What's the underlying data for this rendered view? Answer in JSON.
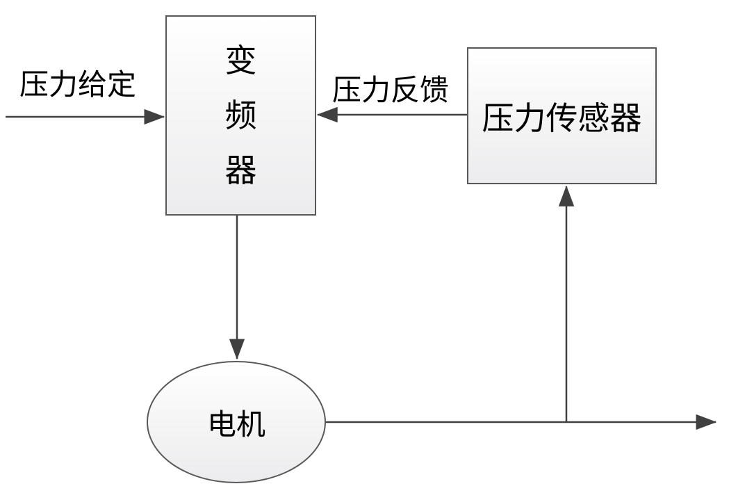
{
  "nodes": {
    "inverter": {
      "label": "变频器",
      "chars": [
        "变",
        "频",
        "器"
      ]
    },
    "sensor": {
      "label": "压力传感器"
    },
    "motor": {
      "label": "电机"
    }
  },
  "labels": {
    "setpoint": "压力给定",
    "feedback": "压力反馈"
  },
  "colors": {
    "line": "#404040",
    "node_border": "#585858",
    "node_fill_top": "#ffffff",
    "node_fill_bottom": "#ececee",
    "text": "#000000"
  }
}
